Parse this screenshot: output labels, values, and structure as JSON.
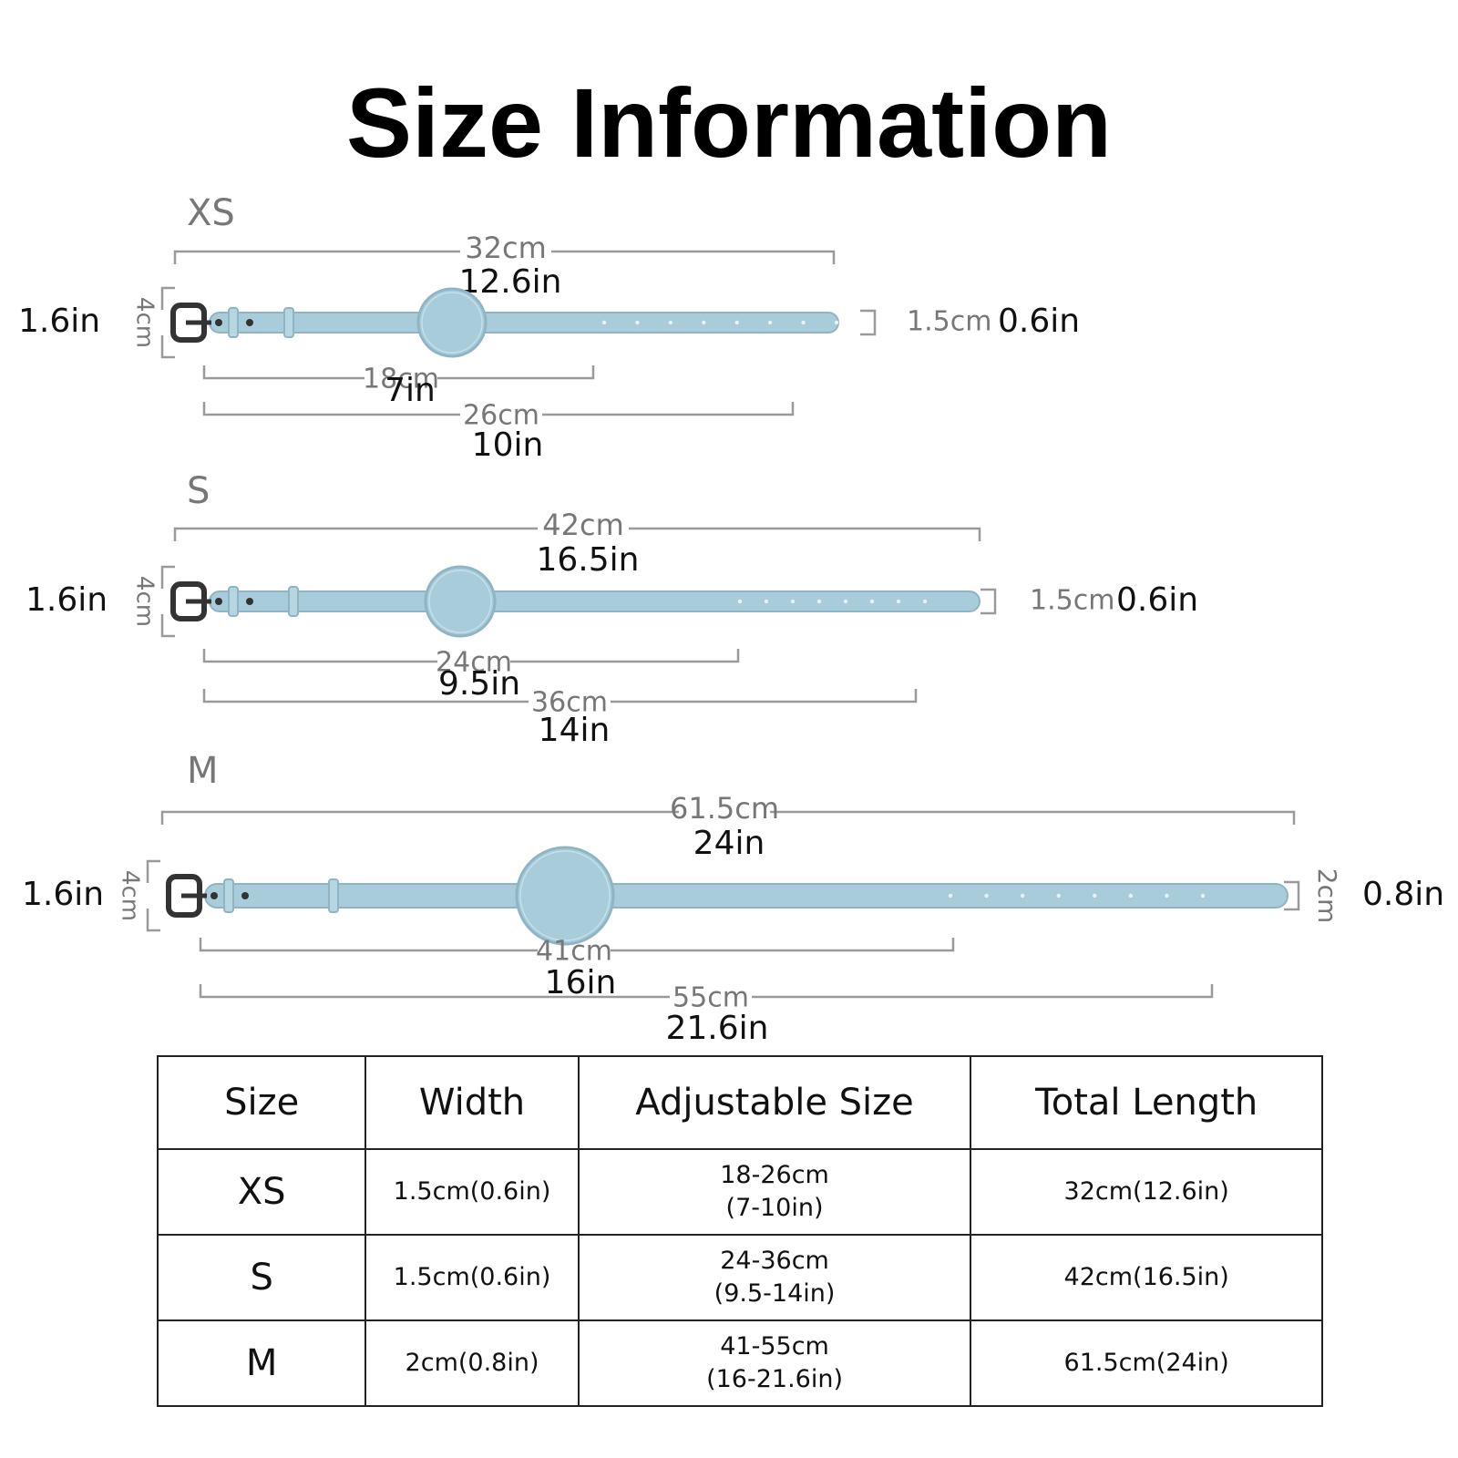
{
  "title": "Size Information",
  "colors": {
    "strap": "#a8ccd9",
    "strap_outline": "#8fb4c3",
    "dim_line": "#9a9a9a",
    "buckle": "#333333"
  },
  "straps": [
    {
      "size": "XS",
      "total_cm": "32cm",
      "total_in": "12.6in",
      "height_cm": "4cm",
      "height_in": "1.6in",
      "width_cm": "1.5cm",
      "width_in": "0.6in",
      "adj_min_cm": "18cm",
      "adj_min_in": "7in",
      "adj_max_cm": "26cm",
      "adj_max_in": "10in"
    },
    {
      "size": "S",
      "total_cm": "42cm",
      "total_in": "16.5in",
      "height_cm": "4cm",
      "height_in": "1.6in",
      "width_cm": "1.5cm",
      "width_in": "0.6in",
      "adj_min_cm": "24cm",
      "adj_min_in": "9.5in",
      "adj_max_cm": "36cm",
      "adj_max_in": "14in"
    },
    {
      "size": "M",
      "total_cm": "61.5cm",
      "total_in": "24in",
      "height_cm": "4cm",
      "height_in": "1.6in",
      "width_cm": "2cm",
      "width_in": "0.8in",
      "adj_min_cm": "41cm",
      "adj_min_in": "16in",
      "adj_max_cm": "55cm",
      "adj_max_in": "21.6in"
    }
  ],
  "table": {
    "headers": [
      "Size",
      "Width",
      "Adjustable Size",
      "Total Length"
    ],
    "rows": [
      {
        "size": "XS",
        "width": "1.5cm(0.6in)",
        "adj_cm": "18-26cm",
        "adj_in": "(7-10in)",
        "total": "32cm(12.6in)"
      },
      {
        "size": "S",
        "width": "1.5cm(0.6in)",
        "adj_cm": "24-36cm",
        "adj_in": "(9.5-14in)",
        "total": "42cm(16.5in)"
      },
      {
        "size": "M",
        "width": "2cm(0.8in)",
        "adj_cm": "41-55cm",
        "adj_in": "(16-21.6in)",
        "total": "61.5cm(24in)"
      }
    ]
  }
}
